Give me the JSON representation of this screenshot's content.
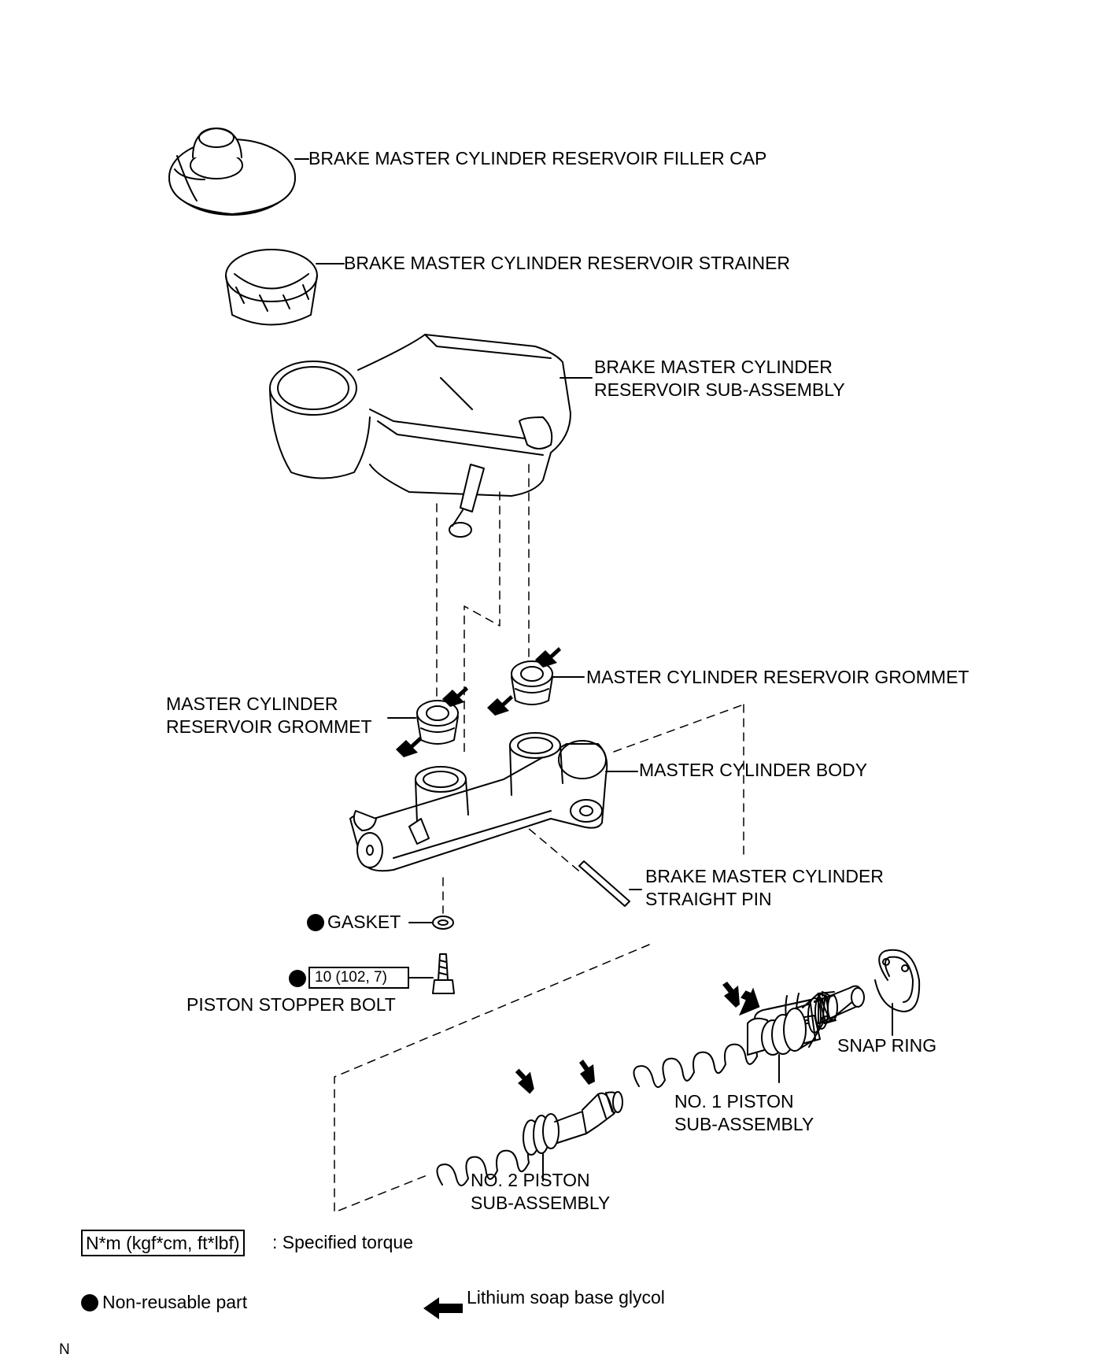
{
  "labels": {
    "filler_cap": "BRAKE MASTER CYLINDER RESERVOIR FILLER CAP",
    "strainer": "BRAKE MASTER CYLINDER RESERVOIR STRAINER",
    "reservoir_line1": "BRAKE MASTER CYLINDER",
    "reservoir_line2": "RESERVOIR SUB-ASSEMBLY",
    "grommet_right": "MASTER CYLINDER RESERVOIR GROMMET",
    "grommet_left_line1": "MASTER CYLINDER",
    "grommet_left_line2": "RESERVOIR GROMMET",
    "body": "MASTER CYLINDER BODY",
    "pin_line1": "BRAKE MASTER CYLINDER",
    "pin_line2": "STRAIGHT PIN",
    "gasket": "GASKET",
    "stopper_bolt": "PISTON STOPPER BOLT",
    "snap_ring": "SNAP RING",
    "piston1_line1": "NO. 1 PISTON",
    "piston1_line2": "SUB-ASSEMBLY",
    "piston2_line1": "NO. 2 PISTON",
    "piston2_line2": "SUB-ASSEMBLY"
  },
  "torque": {
    "stopper_bolt": "10 (102, 7)"
  },
  "legend": {
    "torque_unit": "N*m (kgf*cm, ft*lbf)",
    "torque_text": ": Specified torque",
    "non_reusable": "Non-reusable part",
    "lithium": "Lithium soap base glycol"
  },
  "corner_code": "N",
  "colors": {
    "ink": "#000000",
    "paper": "#ffffff"
  },
  "icons": [
    "non-reusable-dot-icon",
    "lithium-grease-arrow-icon"
  ]
}
